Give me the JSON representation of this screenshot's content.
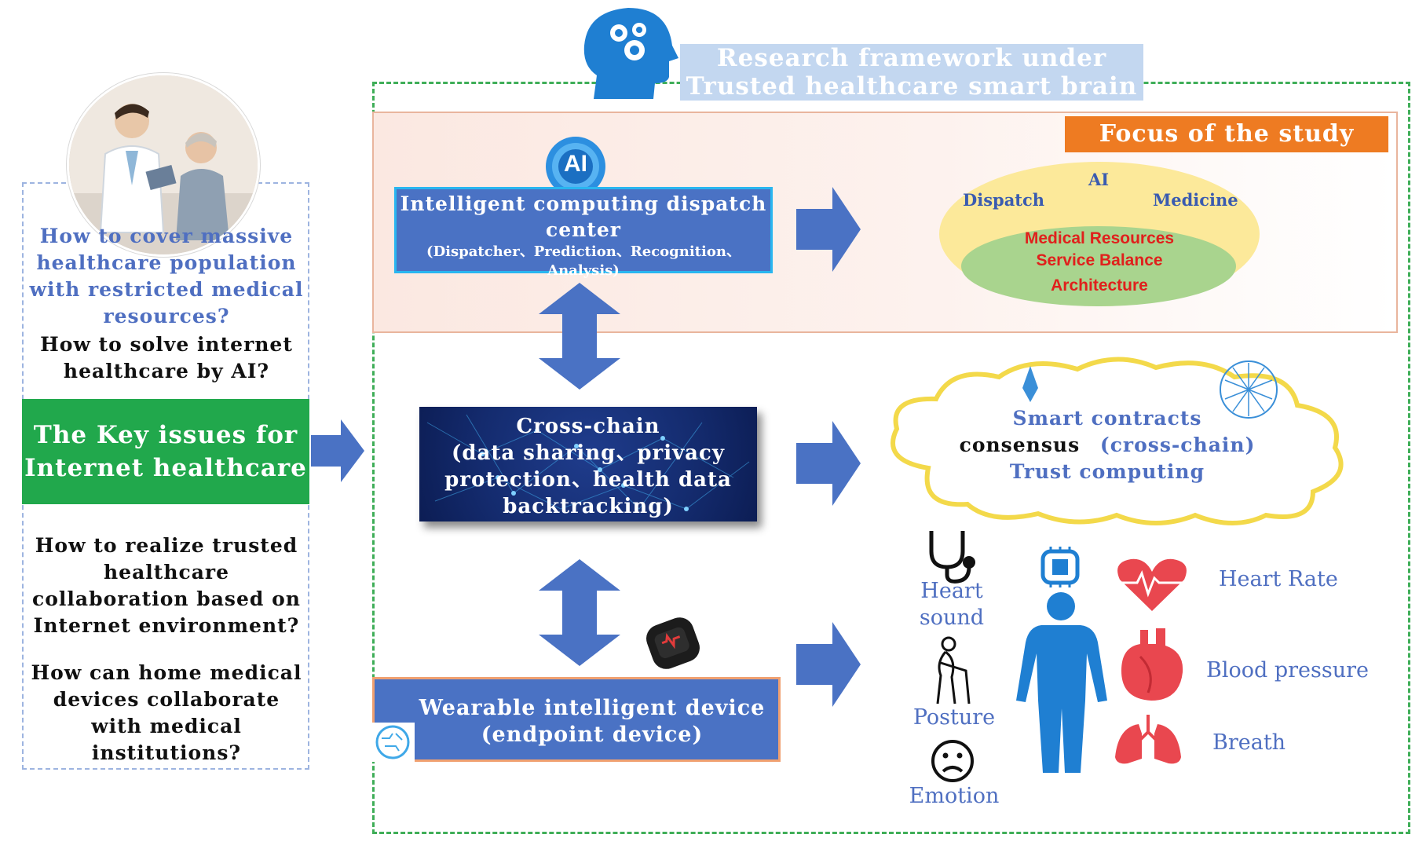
{
  "framework": {
    "title_line1": "Research framework under",
    "title_line2": "Trusted healthcare smart brain",
    "focus_label": "Focus of the study"
  },
  "left": {
    "question1": "How to cover massive healthcare population with restricted medical resources?",
    "question2": "How to solve internet healthcare by AI?",
    "key_issues_line1": "The Key issues for",
    "key_issues_line2": "Internet healthcare",
    "question3": "How to realize trusted healthcare collaboration based on Internet environment?",
    "question4": "How can home medical devices collaborate with medical institutions?"
  },
  "dispatch": {
    "ai_badge": "AI",
    "title": "Intelligent computing dispatch center",
    "subtitle": "(Dispatcher、Prediction、Recognition、Analysis)"
  },
  "crosschain": {
    "line1": "Cross-chain",
    "line2": "(data sharing、privacy",
    "line3": "protection、health data",
    "line4": "backtracking)"
  },
  "wearable": {
    "line1": "Wearable intelligent device",
    "line2": "(endpoint device)"
  },
  "focus": {
    "ai": "AI",
    "dispatch": "Dispatch",
    "medicine": "Medicine",
    "resources": "Medical Resources",
    "balance": "Service Balance",
    "architecture": "Architecture"
  },
  "cloud": {
    "line1": "Smart contracts",
    "line2a": "consensus",
    "line2b": "(cross-chain)",
    "line3": "Trust computing"
  },
  "sensors": {
    "heart_sound_1": "Heart",
    "heart_sound_2": "sound",
    "posture": "Posture",
    "emotion": "Emotion",
    "heart_rate": "Heart Rate",
    "blood_pressure": "Blood pressure",
    "breath": "Breath"
  },
  "colors": {
    "green": "#21a84c",
    "blue_box": "#4a72c4",
    "orange": "#ee7b22",
    "dashed_green": "#3fae58",
    "arrow_blue": "#4a72c4",
    "red_text": "#e0201c",
    "label_blue": "#4f6fc1"
  }
}
